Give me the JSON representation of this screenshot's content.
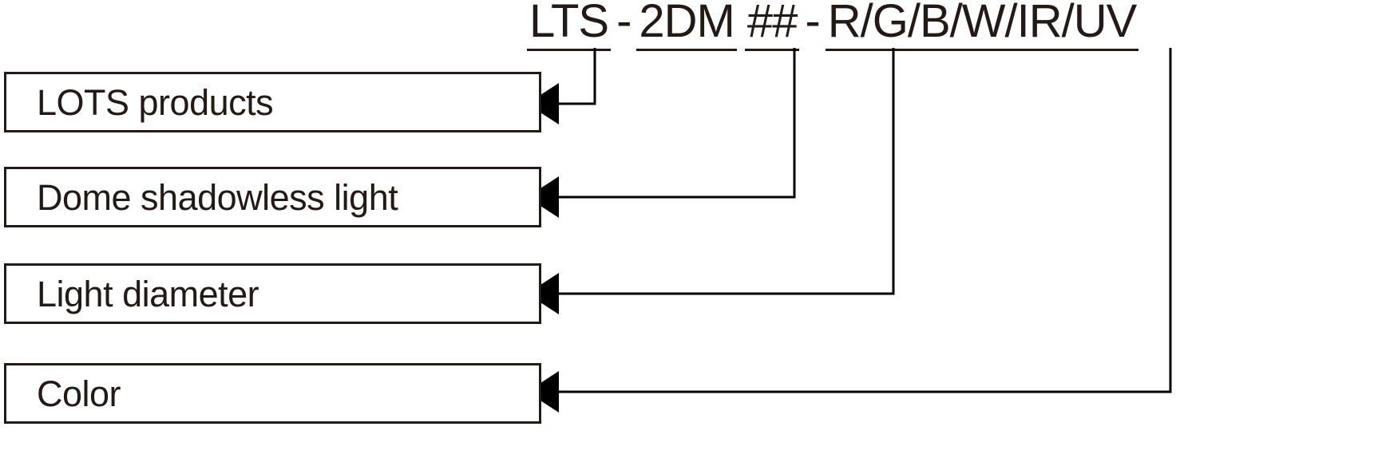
{
  "diagram": {
    "type": "part-number-breakdown",
    "part_number": {
      "segments": [
        {
          "id": "prefix",
          "text": "LTS",
          "underlined": true
        },
        {
          "id": "sep1",
          "text": "-",
          "underlined": false
        },
        {
          "id": "series",
          "text": "2DM",
          "underlined": true
        },
        {
          "id": "diameter",
          "text": "##",
          "underlined": true
        },
        {
          "id": "sep2",
          "text": "-",
          "underlined": false
        },
        {
          "id": "color",
          "text": "R/G/B/W/IR/UV",
          "underlined": true
        }
      ],
      "full_text": "LTS - 2DM ## - R/G/B/W/IR/UV"
    },
    "callouts": [
      {
        "id": "lots-products",
        "label": "LOTS products"
      },
      {
        "id": "dome-shadowless",
        "label": "Dome shadowless light"
      },
      {
        "id": "light-diameter",
        "label": "Light diameter"
      },
      {
        "id": "color",
        "label": "Color"
      }
    ],
    "colors": {
      "ink": "#231a16",
      "line": "#000000",
      "background": "#ffffff"
    }
  }
}
